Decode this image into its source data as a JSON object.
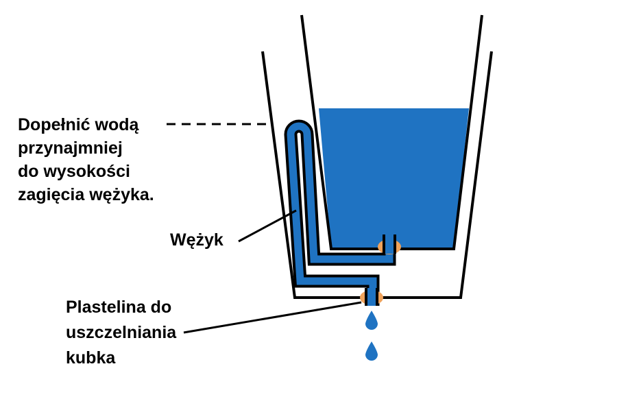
{
  "labels": {
    "fill_water": [
      "Dopełnić wodą",
      "przynajmniej",
      "do wysokości",
      "zagięcia wężyka."
    ],
    "tube": "Wężyk",
    "plasticine": [
      "Plastelina do",
      "uszczelniania",
      "kubka"
    ]
  },
  "colors": {
    "water": "#1f73c2",
    "plasticine": "#f0a35c",
    "outline": "#000000",
    "background": "#ffffff"
  }
}
